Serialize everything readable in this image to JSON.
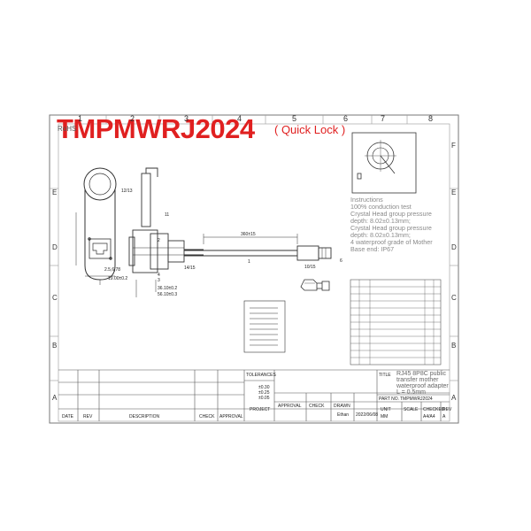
{
  "header": {
    "title": "TMPMWRJ2024",
    "subtitle": "( Quick Lock )",
    "rohs": "RoHS"
  },
  "grid": {
    "columns": [
      "1",
      "2",
      "3",
      "4",
      "5",
      "6",
      "7",
      "8"
    ],
    "rows_left": [
      "E",
      "D",
      "C",
      "B",
      "A"
    ],
    "rows_right": [
      "F",
      "E",
      "D",
      "C",
      "B",
      "A"
    ]
  },
  "drawing": {
    "callouts": [
      "12/13",
      "11",
      "2",
      "3",
      "14/15",
      "4",
      "1",
      "10/15",
      "6",
      "2.5,6,78",
      "19.00±0.2",
      "36.10±0.2",
      "56.10±0.3",
      "360±15"
    ]
  },
  "instructions": {
    "heading": "Instructions",
    "lines": [
      "100% conduction test",
      "Crystal Head group pressure depth: 8.02±0.13mm;",
      "Crystal Head group pressure depth: 8.02±0.13mm;",
      "4 waterproof grade of Mother Base end: IP67"
    ]
  },
  "title_block": {
    "tolerances_label": "TOLERANCES",
    "tolerance_rows": [
      "±0.30",
      "±0.25",
      "±0.05"
    ],
    "project_label": "PROJECT",
    "approval_label": "APPROVAL",
    "check_label": "CHECK",
    "drawn_label": "DRAWN",
    "drawn_value": "Ethan",
    "date_value": "2022/06/08",
    "unit_label": "UNIT",
    "unit_value": "MM",
    "scale_label": "SCALE",
    "checked_label": "CHECKED",
    "checked_value": "A4/A4",
    "rev_label": "REV",
    "rev_value": "A",
    "title_label": "TITLE",
    "title_value": "RJ45 8P8C public transfer mother waterproof adapter L = 0.5mm",
    "part_no_label": "PART NO.",
    "part_no_value": "TMPMWRJ2024",
    "rev_cols": [
      "DATE",
      "REV",
      "DESCRIPTION",
      "CHECK",
      "APPROVAL"
    ]
  },
  "colors": {
    "title_red": "#e02020",
    "line": "#555555"
  }
}
